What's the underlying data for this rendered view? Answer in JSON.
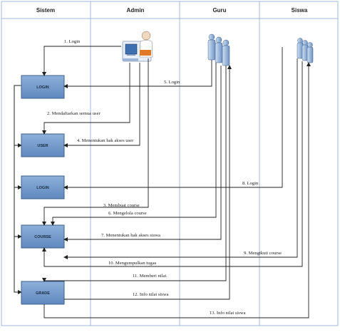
{
  "lanes": [
    {
      "id": "sistem",
      "title": "Sistem"
    },
    {
      "id": "admin",
      "title": "Admin"
    },
    {
      "id": "guru",
      "title": "Guru"
    },
    {
      "id": "siswa",
      "title": "Siswa"
    }
  ],
  "boxes": [
    {
      "id": "login1",
      "label": "LOGIN"
    },
    {
      "id": "user",
      "label": "USER"
    },
    {
      "id": "login2",
      "label": "LOGIN"
    },
    {
      "id": "course",
      "label": "COURSE"
    },
    {
      "id": "grade",
      "label": "GRADE"
    }
  ],
  "messages": [
    {
      "id": "m1",
      "text": "1. Login"
    },
    {
      "id": "m2",
      "text": "2. Mendaftarkan semua user"
    },
    {
      "id": "m3",
      "text": "3. Membuat course"
    },
    {
      "id": "m4",
      "text": "4. Menentukan hak akses user"
    },
    {
      "id": "m5",
      "text": "5. Login"
    },
    {
      "id": "m6",
      "text": "6. Mengelola course"
    },
    {
      "id": "m7",
      "text": "7. Menentukan hak akses siswa"
    },
    {
      "id": "m8",
      "text": "8. Login"
    },
    {
      "id": "m9",
      "text": "9. Mengikuti course"
    },
    {
      "id": "m10",
      "text": "10. Mengumpulkan tugas"
    },
    {
      "id": "m11",
      "text": "11. Memberi nilai"
    },
    {
      "id": "m12",
      "text": "12. Info nilai siswa"
    },
    {
      "id": "m13",
      "text": "13. Info nilai siswa"
    }
  ],
  "colors": {
    "lane_border": "#9fb8d8",
    "box_fill": "#6f97c9",
    "box_border": "#3d5f8c",
    "line": "#222222"
  },
  "icons": [
    "admin-computer-icon",
    "guru-group-icon",
    "siswa-group-icon"
  ]
}
